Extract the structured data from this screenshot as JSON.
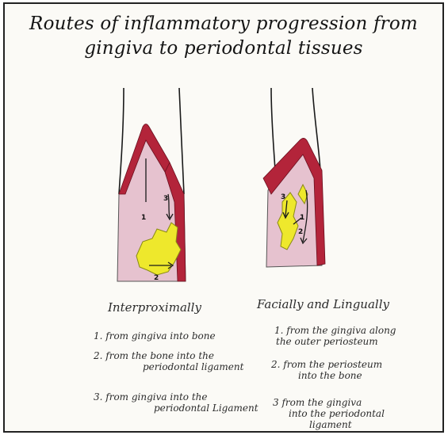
{
  "title": {
    "line1": "Routes of inflammatory progression from",
    "line2": "gingiva to periodontal tissues"
  },
  "left": {
    "heading": "Interproximally",
    "labels": [
      "1",
      "2",
      "3"
    ],
    "items": [
      {
        "num": "1.",
        "l1": "from gingiva into bone",
        "l2": ""
      },
      {
        "num": "2.",
        "l1": "from the bone into the",
        "l2": "periodontal ligament"
      },
      {
        "num": "3.",
        "l1": "from gingiva into the",
        "l2": "periodontal Ligament"
      }
    ]
  },
  "right": {
    "heading": "Facially and Lingually",
    "labels": [
      "1",
      "2",
      "3"
    ],
    "items": [
      {
        "num": "1.",
        "l1": "from the gingiva along",
        "l2": "the outer periosteum",
        "l3": ""
      },
      {
        "num": "2.",
        "l1": "from the periosteum",
        "l2": "into the bone",
        "l3": ""
      },
      {
        "num": "3",
        "l1": "from the gingiva",
        "l2": "into the periodontal",
        "l3": "ligament"
      }
    ]
  },
  "colors": {
    "gingiva": "#b3243a",
    "tissue": "#e6c2cf",
    "bone_lesion": "#eee82c",
    "ink": "#1a1a1a"
  }
}
